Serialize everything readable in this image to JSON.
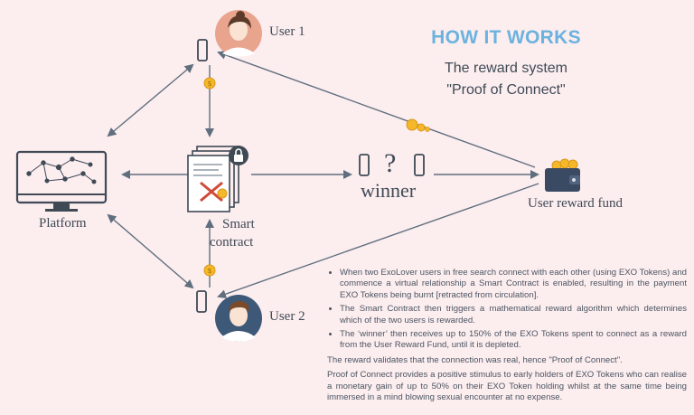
{
  "heading": "HOW IT WORKS",
  "subheading_line1": "The reward system",
  "subheading_line2": "\"Proof of Connect\"",
  "nodes": {
    "user1": "User 1",
    "user2": "User 2",
    "platform": "Platform",
    "smart_contract_line1": "Smart",
    "smart_contract_line2": "contract",
    "winner": "winner",
    "question_mark": "?",
    "reward_fund": "User reward fund"
  },
  "bullets": [
    "When two ExoLover users in free search connect with each other (using EXO Tokens) and commence a virtual relationship a Smart Contract is enabled, resulting in the payment EXO Tokens being burnt [retracted from circulation].",
    "The Smart Contract then triggers a mathematical reward algorithm which determines which of the two users is rewarded.",
    "The ‘winner’ then receives up to 150% of the EXO Tokens spent to connect as a reward from the User Reward Fund, until it is depleted."
  ],
  "paragraph1": "The reward validates that the connection was real, hence \"Proof of Connect\".",
  "paragraph2": "Proof of Connect provides a positive stimulus to early holders of EXO Tokens who can realise a monetary gain of up to 50% on their EXO Token holding whilst at the same time being immersed in a mind blowing sexual encounter at no expense.",
  "colors": {
    "background": "#fcedef",
    "heading": "#6bb3de",
    "arrow": "#5f6f7e",
    "coin": "#f4b82a",
    "wallet": "#3a4a63",
    "avatar1_bg": "#e9a48e",
    "avatar2_bg": "#3e5878"
  }
}
